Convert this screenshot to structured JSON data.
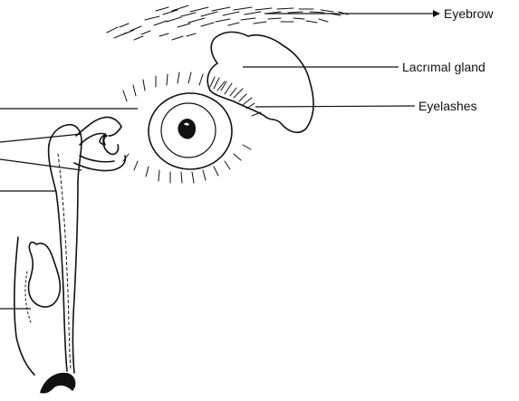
{
  "diagram": {
    "labels": {
      "eyebrow": "Eyebrow",
      "lacrimal_gland": "Lacrımal gland",
      "eyelashes": "Eyelashes"
    },
    "ink_color": "#111111",
    "background": "#ffffff"
  }
}
